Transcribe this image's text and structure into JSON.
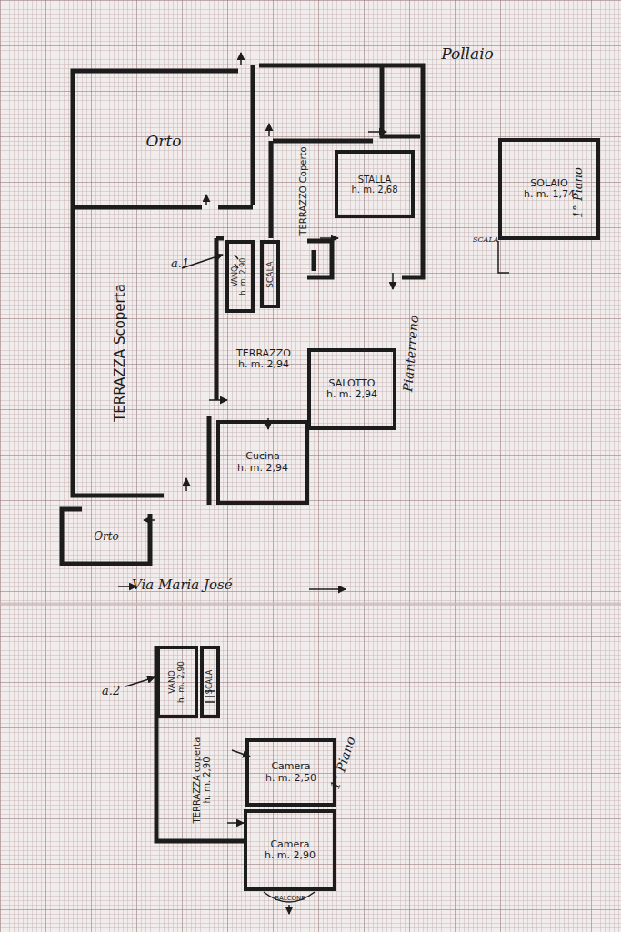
{
  "diagram": {
    "nodes": [
      {
        "text": [
          "Orto"
        ]
      },
      {
        "text": [
          "Pollaio"
        ]
      },
      {
        "text": [
          "STALLA",
          "h. m. 2,68"
        ]
      },
      {
        "text": [
          "TERRAZZO Coperto"
        ]
      },
      {
        "text": [
          "TERRAZZA Scoperta"
        ]
      },
      {
        "text": [
          "VANO",
          "h. m. 2,90"
        ]
      },
      {
        "text": [
          "SCALA"
        ]
      },
      {
        "text": [
          "TERRAZZO",
          "h. m. 2,94"
        ]
      },
      {
        "text": [
          "SALOTTO",
          "h. m. 2,94"
        ]
      },
      {
        "text": [
          "Cucina",
          "h. m. 2,94"
        ]
      },
      {
        "text": [
          "Orto"
        ]
      },
      {
        "text": [
          "SOLAIO",
          "h. m. 1,74"
        ]
      },
      {
        "text": [
          "VANO",
          "h. m. 2,90"
        ]
      },
      {
        "text": [
          "SCALA"
        ]
      },
      {
        "text": [
          "TERRAZZA coperta",
          "h. m. 2,90"
        ]
      },
      {
        "text": [
          "Camera",
          "h. m. 2,50"
        ]
      },
      {
        "text": [
          "Camera",
          "h. m. 2,90"
        ]
      },
      {
        "text": [
          "BALCONE"
        ]
      }
    ],
    "labels": [
      "a.1",
      "1° Piano",
      "SCALA",
      "Pianterreno",
      "Via Maria José",
      "a.2",
      "1° Piano"
    ]
  }
}
